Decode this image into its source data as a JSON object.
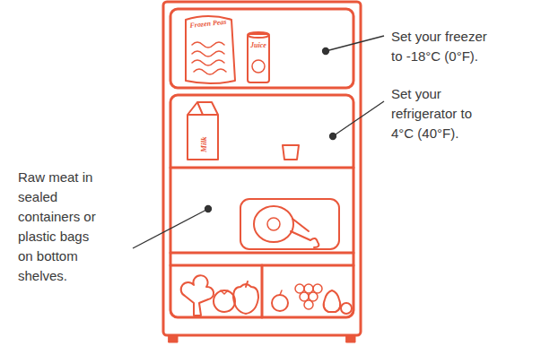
{
  "diagram": {
    "labels": [
      "Set your freezer to -18°C (0°F).",
      "Set your refrigerator to 4°C (40°F).",
      "Raw meat in sealed containers or plastic bags on bottom shelves.",
      "Frozen Peas",
      "Juice",
      "Milk"
    ]
  }
}
